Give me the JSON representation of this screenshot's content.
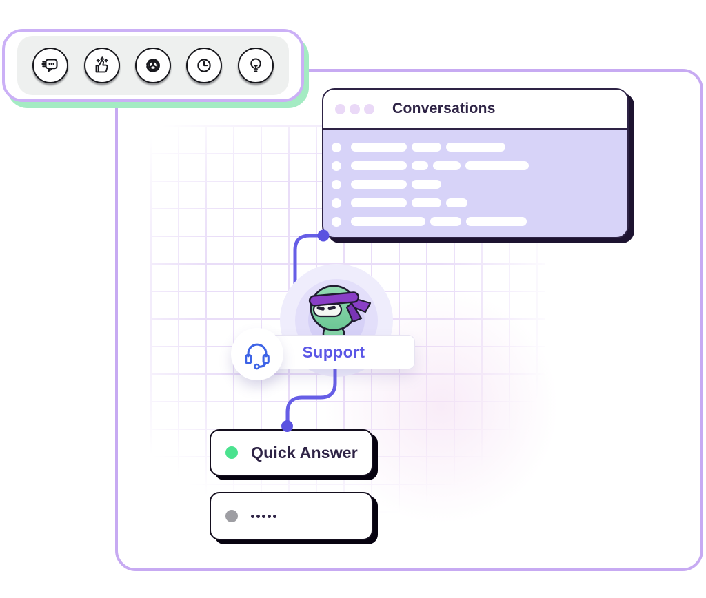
{
  "colors": {
    "frame_border": "#c7aaf2",
    "toolbar_border": "#cbb0f6",
    "toolbar_shadow": "#a4ebc3",
    "toolbar_tray": "#eef0ef",
    "window_border": "#2e2345",
    "window_shadow": "#1d1330",
    "window_body": "#d7d3f8",
    "traffic_dot": "#ead9f7",
    "grid_line": "#e9ddf8",
    "pink_glow": "rgba(243,220,242,0.55)",
    "connector": "#665ee6",
    "connector_dot": "#5a52e0",
    "halo_outer": "#efedfc",
    "halo_mid": "#e3dffa",
    "halo_inner": "#d6d1f7",
    "support_text": "#5b57e6",
    "headset": "#3d63e6",
    "card_border": "#140e1e",
    "card_shadow": "#070310",
    "text_dark": "#2e2345",
    "quick_answer_dot": "#4be28f",
    "more_dot": "#9e9ea3"
  },
  "toolbar": {
    "icons": [
      {
        "name": "chat-icon"
      },
      {
        "name": "feedback-icon"
      },
      {
        "name": "settings-icon"
      },
      {
        "name": "history-icon"
      },
      {
        "name": "idea-icon"
      }
    ]
  },
  "window": {
    "title": "Conversations",
    "traffic_dots": 3,
    "skeleton_rows": [
      {
        "segments": [
          81,
          43,
          86
        ]
      },
      {
        "segments": [
          81,
          24,
          40,
          92
        ]
      },
      {
        "segments": [
          81,
          43
        ]
      },
      {
        "segments": [
          81,
          43,
          31
        ]
      },
      {
        "segments": [
          108,
          45,
          88
        ]
      }
    ]
  },
  "flow": {
    "agent_label": "Support",
    "nodes": [
      {
        "label": "Quick Answer"
      },
      {
        "dots": 5
      }
    ]
  }
}
